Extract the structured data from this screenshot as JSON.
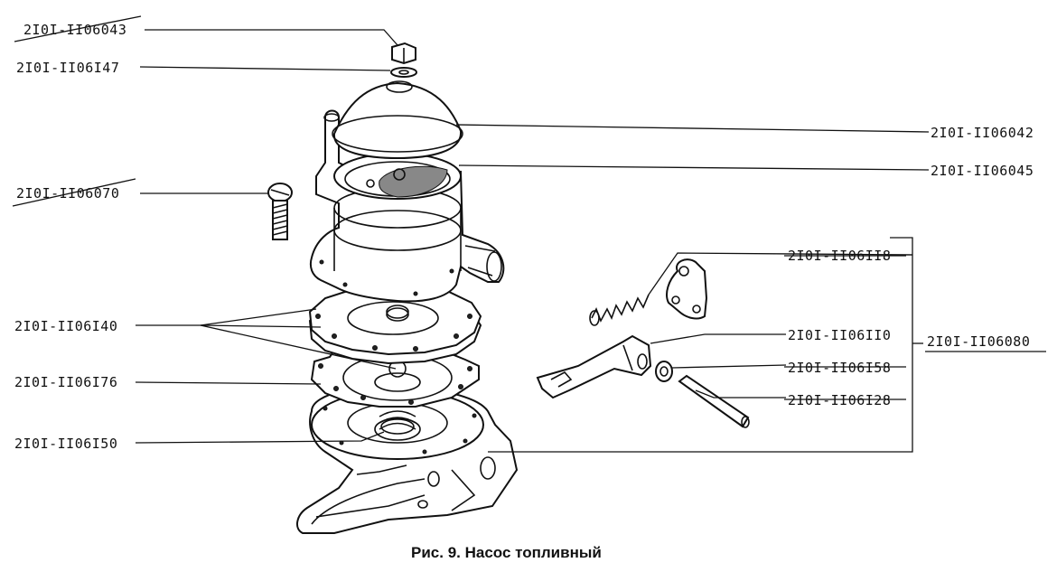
{
  "caption": "Рис. 9. Насос топливный",
  "parts": [
    {
      "id": "p06043",
      "label": "2I0I-II06043",
      "struck": true
    },
    {
      "id": "p06147",
      "label": "2I0I-II06I47",
      "struck": false
    },
    {
      "id": "p06042",
      "label": "2I0I-II06042",
      "struck": false
    },
    {
      "id": "p06045",
      "label": "2I0I-II06045",
      "struck": false
    },
    {
      "id": "p06070",
      "label": "2I0I-II06070",
      "struck": true
    },
    {
      "id": "p06118",
      "label": "2I0I-II06II8",
      "struck": true
    },
    {
      "id": "p06140",
      "label": "2I0I-II06I40",
      "struck": false
    },
    {
      "id": "p06110",
      "label": "2I0I-II06II0",
      "struck": false
    },
    {
      "id": "p06080",
      "label": "2I0I-II06080",
      "struck": false,
      "underlined": true
    },
    {
      "id": "p06158",
      "label": "2I0I-II06I58",
      "struck": true
    },
    {
      "id": "p06176",
      "label": "2I0I-II06I76",
      "struck": false
    },
    {
      "id": "p06128",
      "label": "2I0I-II06I28",
      "struck": true
    },
    {
      "id": "p06150",
      "label": "2I0I-II06I50",
      "struck": false
    }
  ]
}
